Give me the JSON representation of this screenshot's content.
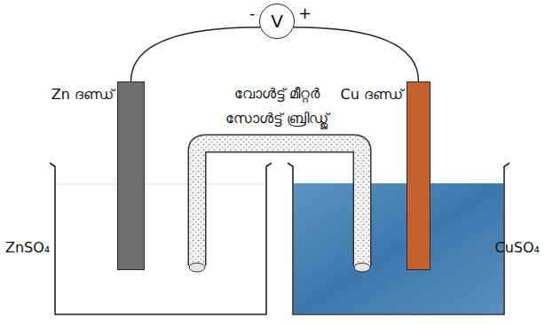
{
  "diagram": {
    "nodes": [
      {
        "text": [
          "V"
        ]
      },
      {
        "text": [
          "Zn ദണ്ഡ്"
        ]
      },
      {
        "text": [
          "Cu ദണ്ഡ്"
        ]
      }
    ],
    "edges": [
      {
        "from": 0,
        "to": 1,
        "arrow": "none"
      },
      {
        "from": 0,
        "to": 2,
        "arrow": "none"
      }
    ],
    "labels": [
      "-",
      "+",
      "വോൾട്ട് മീറ്റർ",
      "സോൾട്ട് ബ്രിഡ്ജ്",
      "ZnSO₄",
      "CuSO₄"
    ]
  }
}
